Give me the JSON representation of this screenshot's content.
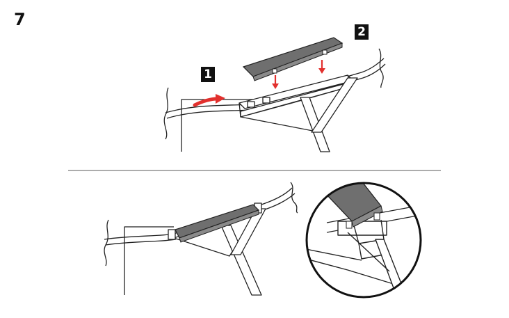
{
  "step": {
    "number": "7"
  },
  "badges": {
    "first": "1",
    "second": "2"
  },
  "colors": {
    "arrow": "#e2302d",
    "cover": "#6f6f6f",
    "line": "#222222",
    "divider": "#7a7a7a",
    "background": "#ffffff"
  },
  "icons": {
    "slide_arrow": "curved-right-arrow-icon",
    "drop_arrows": "down-arrow-icon",
    "zoom": "magnifier-detail-circle"
  }
}
